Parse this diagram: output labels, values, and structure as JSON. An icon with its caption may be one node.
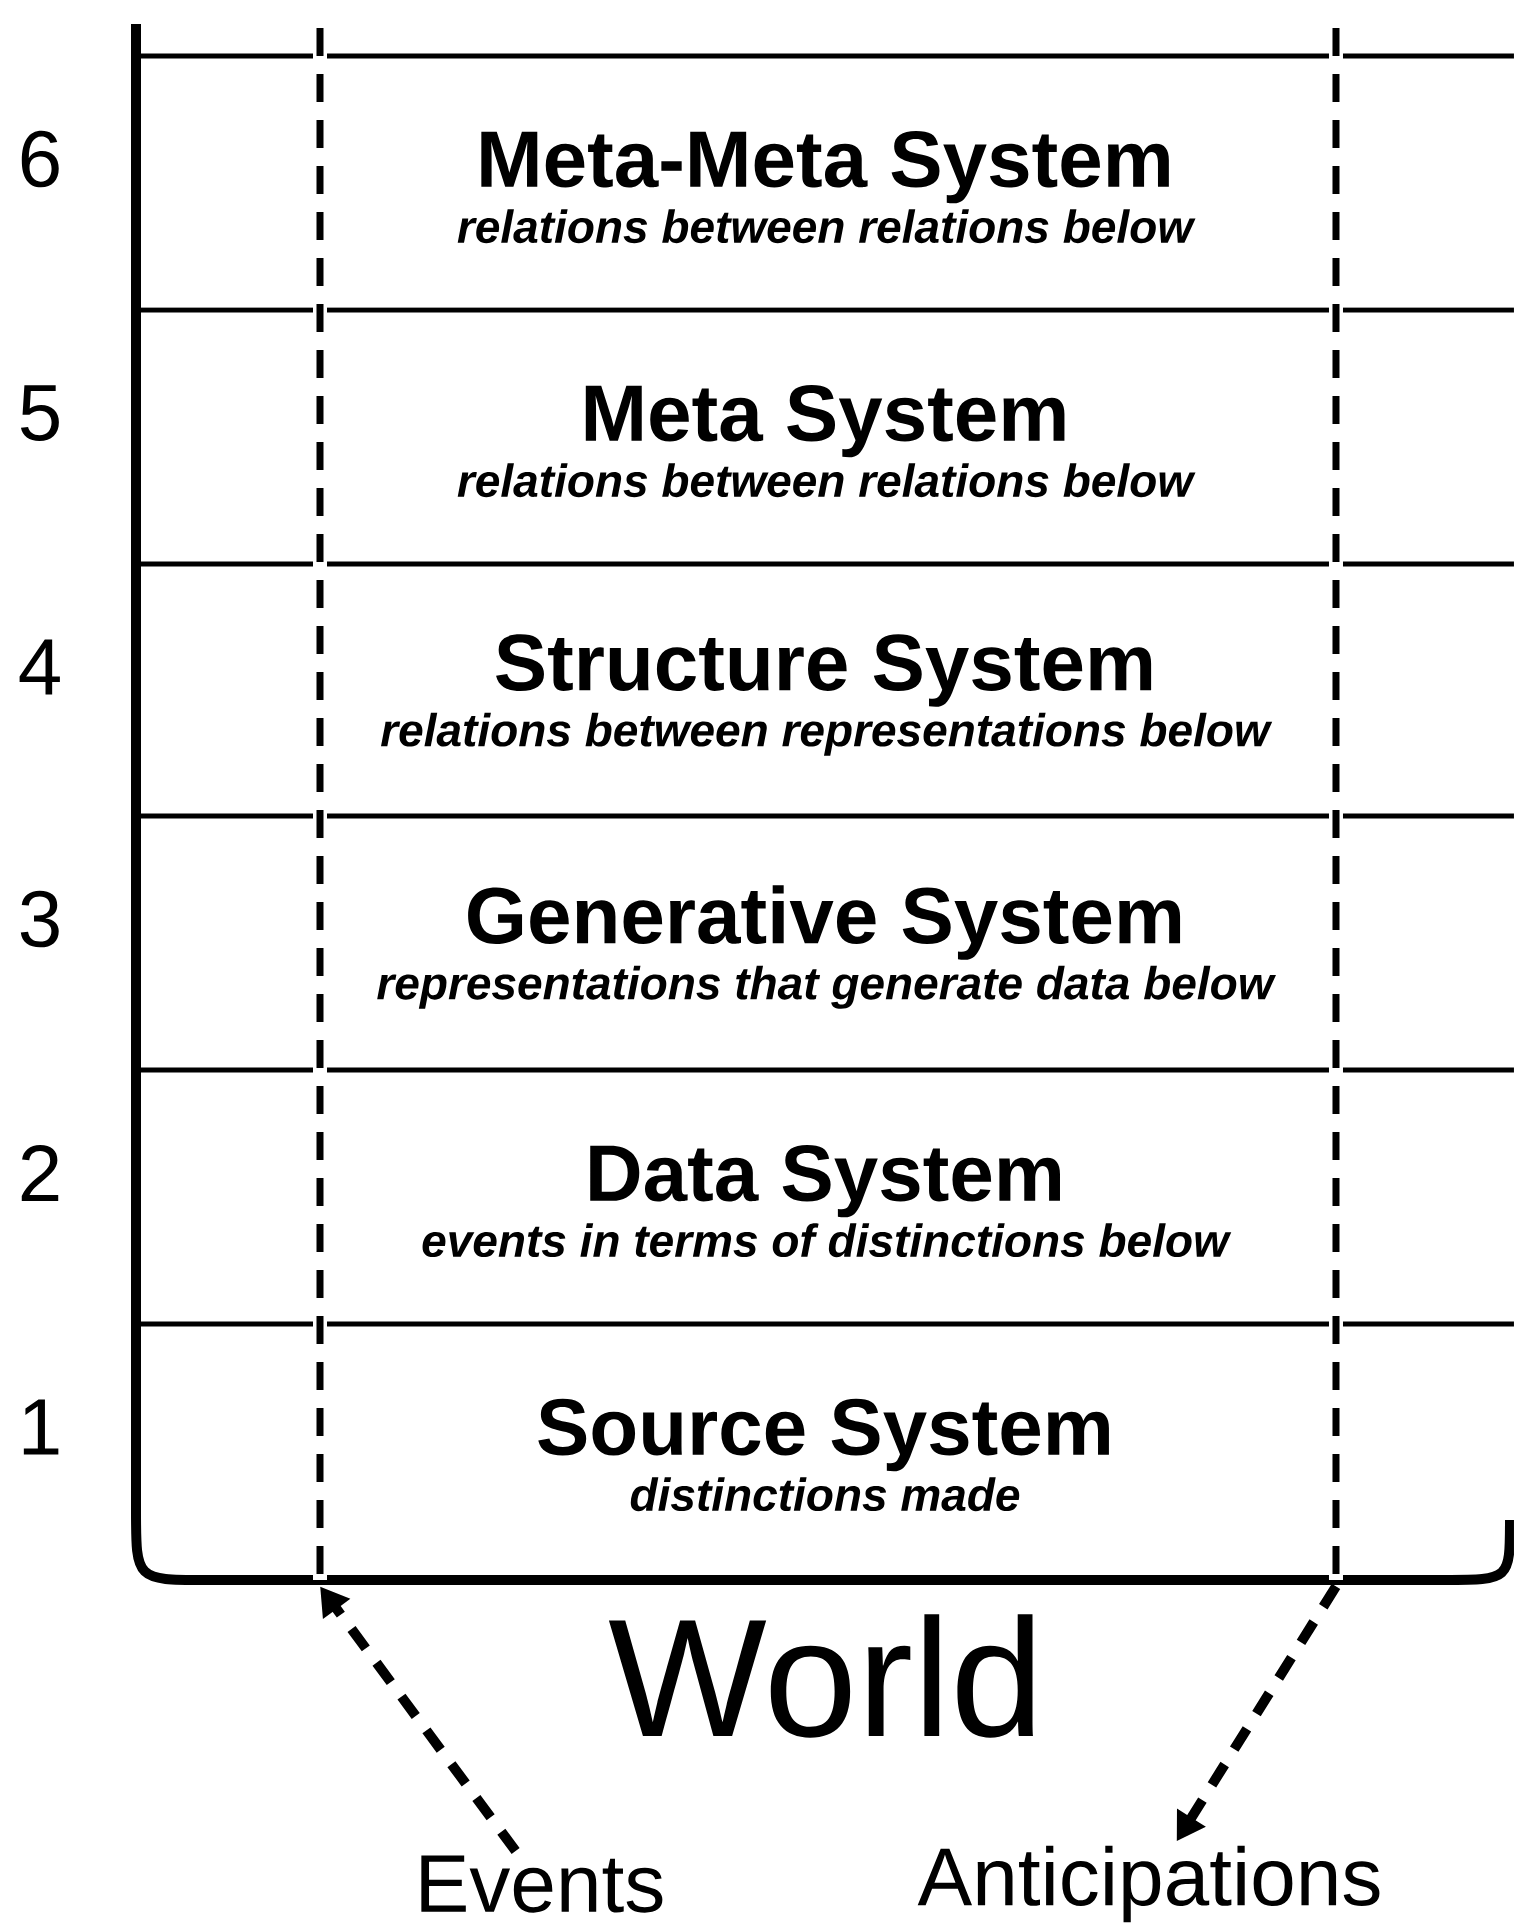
{
  "diagram": {
    "nodes": [
      {
        "text": [
          "Meta-Meta System",
          "relations between relations below"
        ],
        "beside": [
          "6"
        ]
      },
      {
        "text": [
          "Meta System",
          "relations between relations below"
        ],
        "beside": [
          "5"
        ]
      },
      {
        "text": [
          "Structure System",
          "relations between representations below"
        ],
        "beside": [
          "4"
        ]
      },
      {
        "text": [
          "Generative System",
          "representations that generate data below"
        ],
        "beside": [
          "3"
        ]
      },
      {
        "text": [
          "Data System",
          "events in terms of distinctions below"
        ],
        "beside": [
          "2"
        ]
      },
      {
        "text": [
          "Source System",
          "distinctions made"
        ],
        "beside": [
          "1"
        ]
      },
      {
        "text": [],
        "shape": "line"
      },
      {
        "text": [],
        "shape": "line"
      },
      {
        "text": [
          "Events"
        ]
      },
      {
        "text": [
          "Anticipations"
        ]
      }
    ],
    "edges": [
      {
        "from": 8,
        "to": 6,
        "arrow": "to",
        "style": "dashed"
      },
      {
        "from": 7,
        "to": 9,
        "arrow": "to",
        "style": "dashed"
      }
    ],
    "labels": [
      "World"
    ]
  }
}
